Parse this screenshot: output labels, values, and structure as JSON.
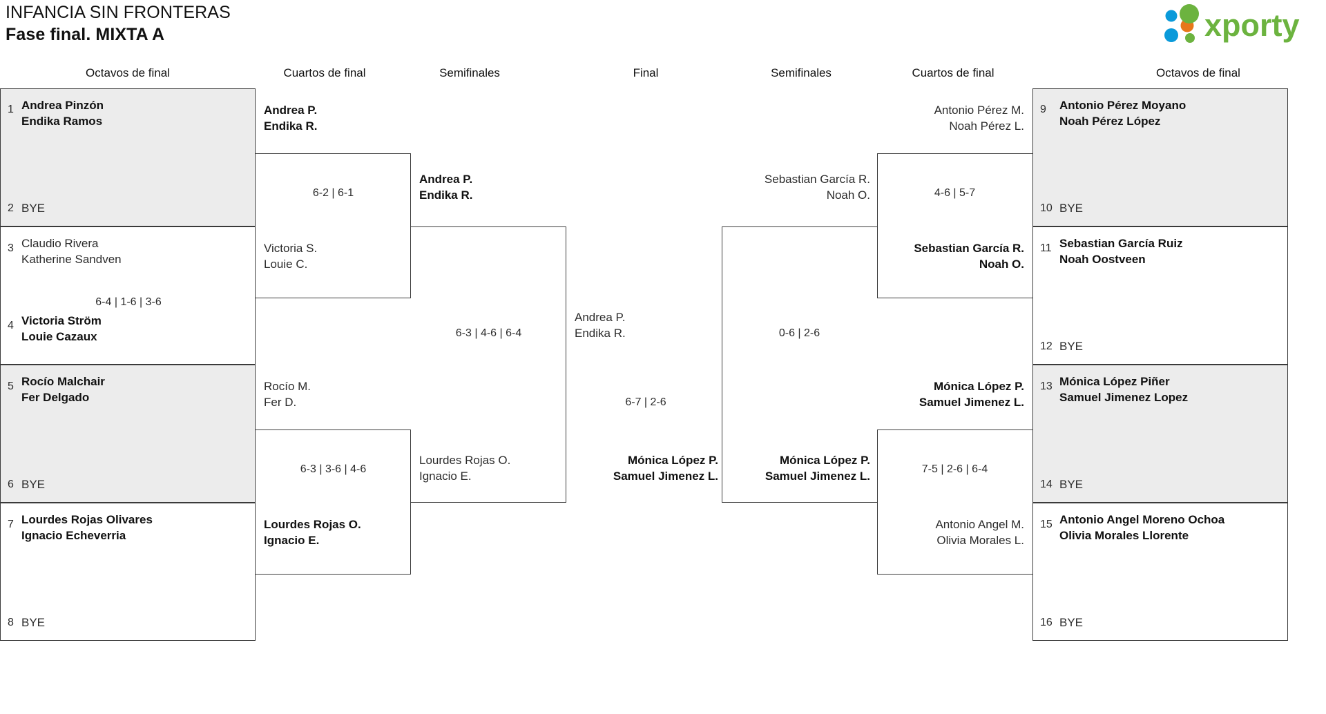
{
  "header": {
    "tournament": "INFANCIA SIN FRONTERAS",
    "phase": "Fase final. MIXTA A",
    "logo_text": "xporty",
    "logo_colors": {
      "green": "#6cb33f",
      "orange": "#e8771a",
      "blue": "#0a9ada"
    }
  },
  "round_headers": {
    "left_r16": "Octavos de final",
    "left_qf": "Cuartos de final",
    "left_sf": "Semifinales",
    "final": "Final",
    "right_sf": "Semifinales",
    "right_qf": "Cuartos de final",
    "right_r16": "Octavos de final"
  },
  "left": {
    "r16": [
      {
        "seed": "1",
        "line1": "Andrea Pinzón",
        "line2": "Endika Ramos",
        "winner": true,
        "shaded": true,
        "bye": false
      },
      {
        "seed": "2",
        "line1": "BYE",
        "line2": "",
        "winner": false,
        "shaded": true,
        "bye": true
      },
      {
        "seed": "3",
        "line1": "Claudio Rivera",
        "line2": "Katherine Sandven",
        "winner": false,
        "shaded": false,
        "bye": false
      },
      {
        "seed": "4",
        "line1": "Victoria Ström",
        "line2": "Louie Cazaux",
        "winner": true,
        "shaded": false,
        "bye": false
      },
      {
        "seed": "5",
        "line1": "Rocío Malchair",
        "line2": "Fer Delgado",
        "winner": true,
        "shaded": true,
        "bye": false
      },
      {
        "seed": "6",
        "line1": "BYE",
        "line2": "",
        "winner": false,
        "shaded": true,
        "bye": true
      },
      {
        "seed": "7",
        "line1": "Lourdes Rojas Olivares",
        "line2": "Ignacio Echeverria",
        "winner": true,
        "shaded": false,
        "bye": false
      },
      {
        "seed": "8",
        "line1": "BYE",
        "line2": "",
        "winner": false,
        "shaded": false,
        "bye": true
      }
    ],
    "r16_scores": [
      "",
      "6-4 | 1-6 | 3-6",
      "",
      ""
    ],
    "qf": [
      {
        "line1": "Andrea P.",
        "line2": "Endika R.",
        "winner": true
      },
      {
        "line1": "Victoria S.",
        "line2": "Louie C.",
        "winner": false
      },
      {
        "line1": "Rocío M.",
        "line2": "Fer D.",
        "winner": false
      },
      {
        "line1": "Lourdes Rojas O.",
        "line2": "Ignacio E.",
        "winner": true
      }
    ],
    "qf_scores": [
      "6-2 | 6-1",
      "6-3 | 3-6 | 4-6"
    ],
    "sf": [
      {
        "line1": "Andrea P.",
        "line2": "Endika R.",
        "winner": true
      },
      {
        "line1": "Lourdes Rojas O.",
        "line2": "Ignacio E.",
        "winner": false
      }
    ],
    "sf_scores": [
      "6-3 | 4-6 | 6-4"
    ]
  },
  "final": {
    "top": {
      "line1": "Andrea P.",
      "line2": "Endika R.",
      "winner": false
    },
    "bottom": {
      "line1": "Mónica López P.",
      "line2": "Samuel Jimenez L.",
      "winner": true
    },
    "score": "6-7 | 2-6"
  },
  "right": {
    "sf": [
      {
        "line1": "Sebastian García R.",
        "line2": "Noah O.",
        "winner": false
      },
      {
        "line1": "Mónica López P.",
        "line2": "Samuel Jimenez L.",
        "winner": true
      }
    ],
    "sf_scores": [
      "0-6 | 2-6"
    ],
    "qf": [
      {
        "line1": "Antonio Pérez M.",
        "line2": "Noah Pérez L.",
        "winner": false
      },
      {
        "line1": "Sebastian García R.",
        "line2": "Noah O.",
        "winner": true
      },
      {
        "line1": "Mónica López P.",
        "line2": "Samuel Jimenez L.",
        "winner": true
      },
      {
        "line1": "Antonio Angel M.",
        "line2": "Olivia Morales L.",
        "winner": false
      }
    ],
    "qf_scores": [
      "4-6 | 5-7",
      "7-5 | 2-6 | 6-4"
    ],
    "r16": [
      {
        "seed": "9",
        "line1": "Antonio Pérez Moyano",
        "line2": "Noah Pérez López",
        "winner": true,
        "shaded": true,
        "bye": false
      },
      {
        "seed": "10",
        "line1": "BYE",
        "line2": "",
        "winner": false,
        "shaded": true,
        "bye": true
      },
      {
        "seed": "11",
        "line1": "Sebastian García Ruiz",
        "line2": "Noah Oostveen",
        "winner": true,
        "shaded": false,
        "bye": false
      },
      {
        "seed": "12",
        "line1": "BYE",
        "line2": "",
        "winner": false,
        "shaded": false,
        "bye": true
      },
      {
        "seed": "13",
        "line1": "Mónica López Piñer",
        "line2": "Samuel Jimenez Lopez",
        "winner": true,
        "shaded": true,
        "bye": false
      },
      {
        "seed": "14",
        "line1": "BYE",
        "line2": "",
        "winner": false,
        "shaded": true,
        "bye": true
      },
      {
        "seed": "15",
        "line1": "Antonio Angel Moreno Ochoa",
        "line2": "Olivia Morales Llorente",
        "winner": true,
        "shaded": false,
        "bye": false
      },
      {
        "seed": "16",
        "line1": "BYE",
        "line2": "",
        "winner": false,
        "shaded": false,
        "bye": true
      }
    ],
    "r16_scores": [
      "",
      "",
      "",
      ""
    ]
  }
}
